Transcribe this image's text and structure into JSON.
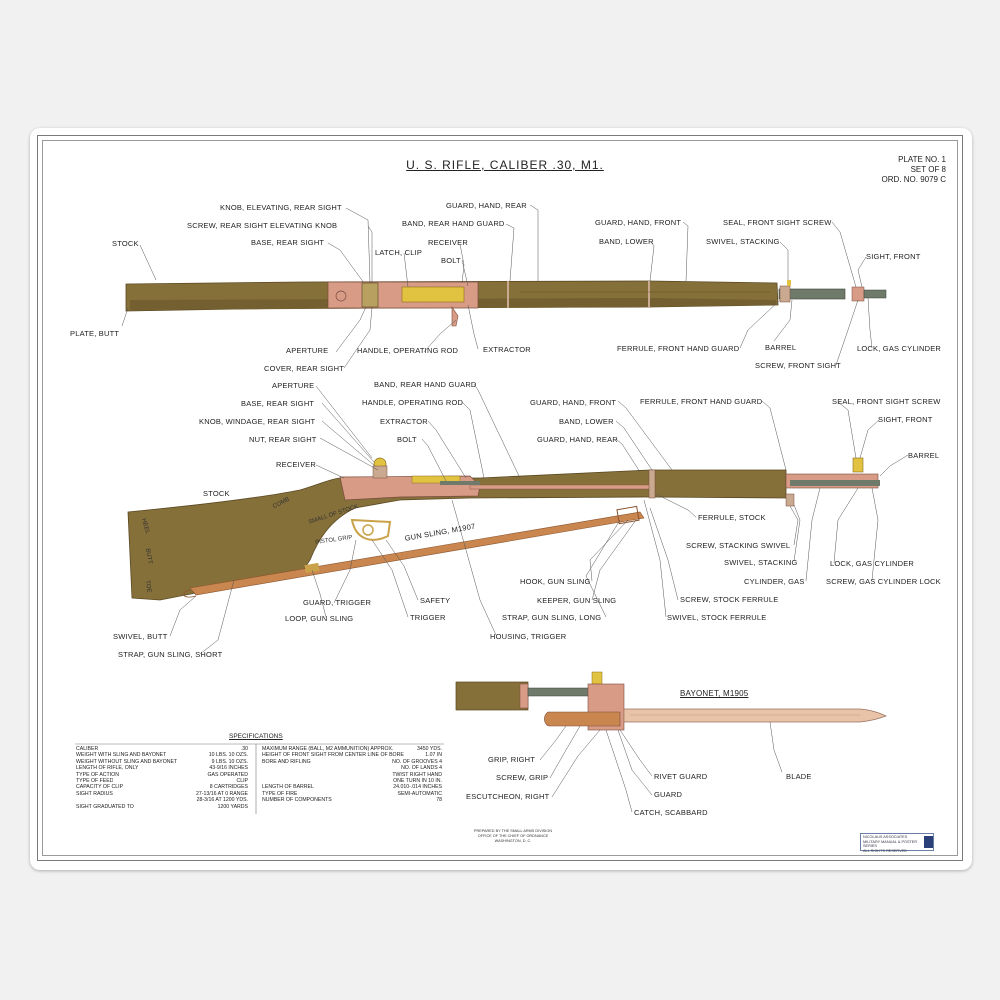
{
  "plate": {
    "title": "U. S. RIFLE, CALIBER .30, M1.",
    "plate_no": "PLATE NO. 1",
    "set_of": "SET OF 8",
    "ord_no": "ORD. NO. 9079 C"
  },
  "labels_top": {
    "stock": "STOCK",
    "plate_butt": "PLATE, BUTT",
    "knob_elev": "KNOB, ELEVATING, REAR SIGHT",
    "screw_elev": "SCREW, REAR SIGHT ELEVATING KNOB",
    "base_rear": "BASE, REAR SIGHT",
    "latch_clip": "LATCH, CLIP",
    "receiver": "RECEIVER",
    "bolt": "BOLT",
    "band_rear_hg": "BAND, REAR HAND GUARD",
    "guard_hand_rear": "GUARD, HAND, REAR",
    "guard_hand_front": "GUARD, HAND, FRONT",
    "band_lower": "BAND, LOWER",
    "seal_front": "SEAL, FRONT SIGHT SCREW",
    "swivel_stacking": "SWIVEL, STACKING",
    "sight_front": "SIGHT, FRONT",
    "aperture": "APERTURE",
    "cover_rear": "COVER, REAR SIGHT",
    "handle_op": "HANDLE, OPERATING ROD",
    "extractor": "EXTRACTOR",
    "ferrule_front_hg": "FERRULE, FRONT HAND GUARD",
    "barrel": "BARREL",
    "screw_front_sight": "SCREW, FRONT SIGHT",
    "lock_gas": "LOCK, GAS CYLINDER"
  },
  "labels_mid": {
    "aperture": "APERTURE",
    "base_rear": "BASE, REAR SIGHT",
    "knob_windage": "KNOB, WINDAGE, REAR SIGHT",
    "nut_rear": "NUT, REAR SIGHT",
    "receiver": "RECEIVER",
    "stock": "STOCK",
    "band_rear_hg": "BAND, REAR HAND GUARD",
    "handle_op": "HANDLE, OPERATING ROD",
    "extractor": "EXTRACTOR",
    "bolt": "BOLT",
    "guard_hand_front": "GUARD, HAND, FRONT",
    "band_lower": "BAND, LOWER",
    "guard_hand_rear": "GUARD, HAND, REAR",
    "ferrule_front_hg": "FERRULE, FRONT HAND GUARD",
    "seal_front": "SEAL, FRONT SIGHT SCREW",
    "sight_front": "SIGHT, FRONT",
    "barrel": "BARREL",
    "ferrule_stock": "FERRULE, STOCK",
    "screw_stacking_swivel": "SCREW, STACKING SWIVEL",
    "swivel_stacking": "SWIVEL, STACKING",
    "cylinder_gas": "CYLINDER, GAS",
    "lock_gas": "LOCK, GAS CYLINDER",
    "screw_gas_lock": "SCREW, GAS CYLINDER LOCK",
    "gun_sling": "GUN SLING, M1907",
    "hook_sling": "HOOK, GUN SLING",
    "keeper_sling": "KEEPER, GUN SLING",
    "screw_stock_ferrule": "SCREW, STOCK FERRULE",
    "swivel_stock_ferrule": "SWIVEL, STOCK FERRULE",
    "strap_long": "STRAP, GUN SLING, LONG",
    "housing_trigger": "HOUSING, TRIGGER",
    "safety": "SAFETY",
    "trigger": "TRIGGER",
    "guard_trigger": "GUARD, TRIGGER",
    "loop_sling": "LOOP, GUN SLING",
    "swivel_butt": "SWIVEL, BUTT",
    "strap_short": "STRAP, GUN SLING, SHORT"
  },
  "stock_markings": {
    "comb": "COMB",
    "small": "SMALL OF STOCK",
    "heel": "HEEL",
    "butt": "BUTT",
    "toe": "TOE",
    "pistol": "PISTOL GRIP"
  },
  "bayonet": {
    "title": "BAYONET, M1905",
    "grip_right": "GRIP, RIGHT",
    "screw_grip": "SCREW, GRIP",
    "escutcheon": "ESCUTCHEON, RIGHT",
    "rivet_guard": "RIVET GUARD",
    "guard": "GUARD",
    "catch": "CATCH, SCABBARD",
    "blade": "BLADE"
  },
  "specifications": {
    "heading": "SPECIFICATIONS",
    "left": [
      {
        "k": "CALIBER",
        "v": ".30"
      },
      {
        "k": "WEIGHT WITH SLING AND BAYONET",
        "v": "10 LBS. 10 OZS."
      },
      {
        "k": "WEIGHT WITHOUT SLING AND BAYONET",
        "v": "9 LBS. 10 OZS."
      },
      {
        "k": "LENGTH OF RIFLE, ONLY",
        "v": "43-9/16 INCHES"
      },
      {
        "k": "TYPE OF ACTION",
        "v": "GAS OPERATED"
      },
      {
        "k": "TYPE OF FEED",
        "v": "CLIP"
      },
      {
        "k": "CAPACITY OF CLIP",
        "v": "8 CARTRIDGES"
      },
      {
        "k": "SIGHT RADIUS",
        "v": "27-13/16 AT 0 RANGE"
      },
      {
        "k": "",
        "v": "28-3/16 AT 1200 YDS."
      },
      {
        "k": "SIGHT GRADUATED TO",
        "v": "1200 YARDS"
      }
    ],
    "right": [
      {
        "k": "MAXIMUM RANGE (BALL, M2 AMMUNITION) APPROX.",
        "v": "3450 YDS."
      },
      {
        "k": "HEIGHT OF FRONT SIGHT FROM CENTER LINE OF BORE",
        "v": "1.07 IN"
      },
      {
        "k": "BORE AND RIFLING",
        "v": "NO. OF GROOVES 4"
      },
      {
        "k": "",
        "v": "NO. OF LANDS 4"
      },
      {
        "k": "",
        "v": "TWIST RIGHT HAND"
      },
      {
        "k": "",
        "v": "ONE TURN IN 10 IN."
      },
      {
        "k": "LENGTH OF BARREL",
        "v": "24.010-.014 INCHES"
      },
      {
        "k": "TYPE OF FIRE",
        "v": "SEMI-AUTOMATIC"
      },
      {
        "k": "NUMBER OF COMPONENTS",
        "v": "78"
      }
    ]
  },
  "footer": {
    "prepared_1": "PREPARED BY THE SMALL ARMS DIVISION",
    "prepared_2": "OFFICE OF THE CHIEF OF ORDNANCE",
    "prepared_3": "WASHINGTON, D. C.",
    "publisher_1": "NICOLAUS ASSOCIATES",
    "publisher_2": "MILITARY MANUAL & POSTER SERIES",
    "publisher_3": "ALL RIGHTS RESERVED"
  },
  "colors": {
    "wood": "#86703a",
    "wood_dark": "#6e5a2c",
    "metal_pink": "#d79b86",
    "metal_gray": "#6f7a6a",
    "clip_yellow": "#e2c341",
    "sling": "#c9864e",
    "blade": "#e8c3a8"
  }
}
